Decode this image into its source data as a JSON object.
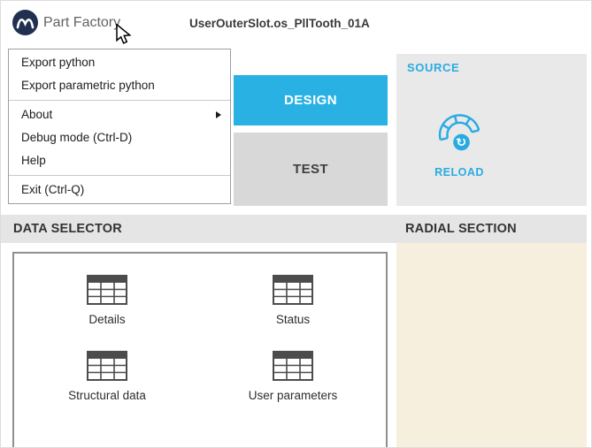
{
  "window": {
    "app_title": "Part Factory",
    "document_title": "UserOuterSlot.os_PllTooth_01A"
  },
  "menu": {
    "items": [
      {
        "label": "Export python"
      },
      {
        "label": "Export parametric python"
      },
      {
        "label": "About",
        "has_submenu": true
      },
      {
        "label": "Debug mode (Ctrl-D)"
      },
      {
        "label": "Help"
      },
      {
        "label": "Exit (Ctrl-Q)"
      }
    ]
  },
  "tabs": {
    "design_label": "DESIGN",
    "test_label": "TEST"
  },
  "source_panel": {
    "title": "SOURCE",
    "reload_label": "RELOAD"
  },
  "sections": {
    "data_selector_title": "DATA SELECTOR",
    "radial_section_title": "RADIAL SECTION"
  },
  "data_selector": {
    "items": [
      {
        "label": "Details"
      },
      {
        "label": "Status"
      },
      {
        "label": "Structural data"
      },
      {
        "label": "User parameters"
      }
    ]
  },
  "icons": {
    "logo": "m-swirl-logo",
    "reload": "gear-sector-with-refresh-arrows",
    "submenu": "right-triangle",
    "selector_item": "spreadsheet-table",
    "cursor": "arrow-pointer"
  },
  "colors": {
    "accent": "#29abe2",
    "active_tab": "#29b1e4",
    "inactive_tab": "#d8d8d8",
    "panel_gray": "#e9e9e9",
    "section_band": "#e5e5e5",
    "beige": "#f6efdd"
  }
}
